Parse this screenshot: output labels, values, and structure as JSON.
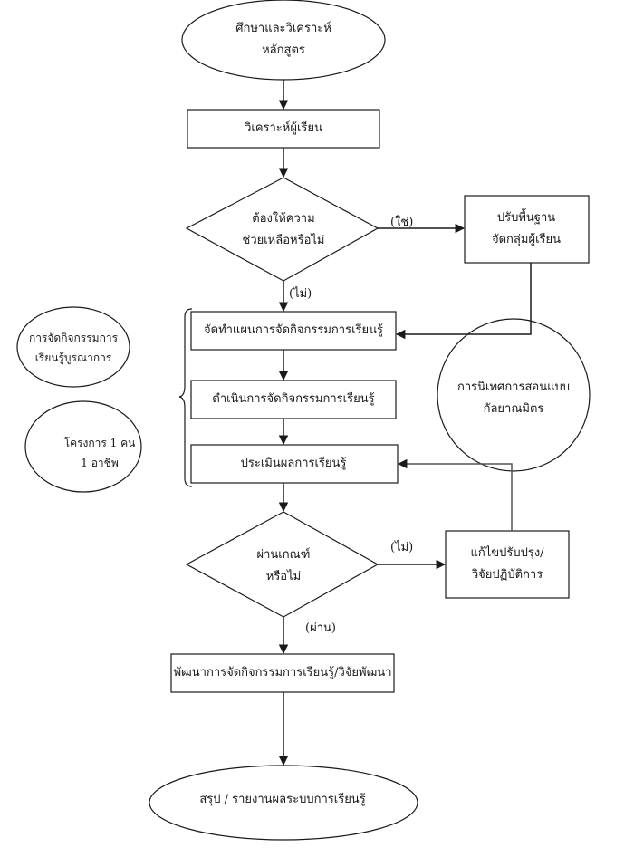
{
  "colors": {
    "stroke": "#1a1a1a",
    "stroke_feedback": "#555555",
    "background": "#ffffff",
    "text": "#1a1a1a"
  },
  "nodes": {
    "start": {
      "shape": "ellipse",
      "lines": [
        "ศึกษาและวิเคราะห์",
        "หลักสูตร"
      ]
    },
    "analyze_learners": {
      "shape": "rect",
      "lines": [
        "วิเคราะห์ผู้เรียน"
      ]
    },
    "need_help_decision": {
      "shape": "diamond",
      "lines": [
        "ต้องให้ความ",
        "ช่วยเหลือหรือไม่"
      ]
    },
    "remedial": {
      "shape": "rect",
      "lines": [
        "ปรับพื้นฐาน",
        "จัดกลุ่มผู้เรียน"
      ]
    },
    "plan": {
      "shape": "rect",
      "lines": [
        "จัดทำแผนการจัดกิจกรรมการเรียนรู้"
      ]
    },
    "implement": {
      "shape": "rect",
      "lines": [
        "ดำเนินการจัดกิจกรรมการเรียนรู้"
      ]
    },
    "evaluate": {
      "shape": "rect",
      "lines": [
        "ประเมินผลการเรียนรู้"
      ]
    },
    "integrated": {
      "shape": "ellipse",
      "lines": [
        "การจัดกิจกรรมการ",
        "เรียนรู้บูรณาการ"
      ]
    },
    "one_person_one_career": {
      "shape": "ellipse",
      "lines": [
        "โครงการ 1 คน",
        "1 อาชีพ"
      ]
    },
    "supervision": {
      "shape": "circle",
      "lines": [
        "การนิเทศการสอนแบบ",
        "กัลยาณมิตร"
      ]
    },
    "pass_decision": {
      "shape": "diamond",
      "lines": [
        "ผ่านเกณฑ์",
        "หรือไม่"
      ]
    },
    "improve": {
      "shape": "rect",
      "lines": [
        "แก้ไขปรับปรุง/",
        "วิจัยปฏิบัติการ"
      ]
    },
    "develop": {
      "shape": "rect",
      "lines": [
        "พัฒนาการจัดกิจกรรมการเรียนรู้/วิจัยพัฒนา"
      ]
    },
    "end": {
      "shape": "ellipse",
      "lines": [
        "สรุป / รายงานผลระบบการเรียนรู้"
      ]
    }
  },
  "edges": {
    "yes_label": "(ใช่)",
    "no_label_1": "(ไม่)",
    "no_label_2": "(ไม่)",
    "pass_label": "(ผ่าน)"
  },
  "connections": [
    {
      "from": "start",
      "to": "analyze_learners"
    },
    {
      "from": "analyze_learners",
      "to": "need_help_decision"
    },
    {
      "from": "need_help_decision",
      "to": "remedial",
      "label": "(ใช่)"
    },
    {
      "from": "need_help_decision",
      "to": "plan",
      "label": "(ไม่)"
    },
    {
      "from": "remedial",
      "to": "plan"
    },
    {
      "from": "plan",
      "to": "implement"
    },
    {
      "from": "implement",
      "to": "evaluate"
    },
    {
      "from": "evaluate",
      "to": "pass_decision"
    },
    {
      "from": "pass_decision",
      "to": "improve",
      "label": "(ไม่)"
    },
    {
      "from": "improve",
      "to": "evaluate"
    },
    {
      "from": "pass_decision",
      "to": "develop",
      "label": "(ผ่าน)"
    },
    {
      "from": "develop",
      "to": "end"
    }
  ]
}
